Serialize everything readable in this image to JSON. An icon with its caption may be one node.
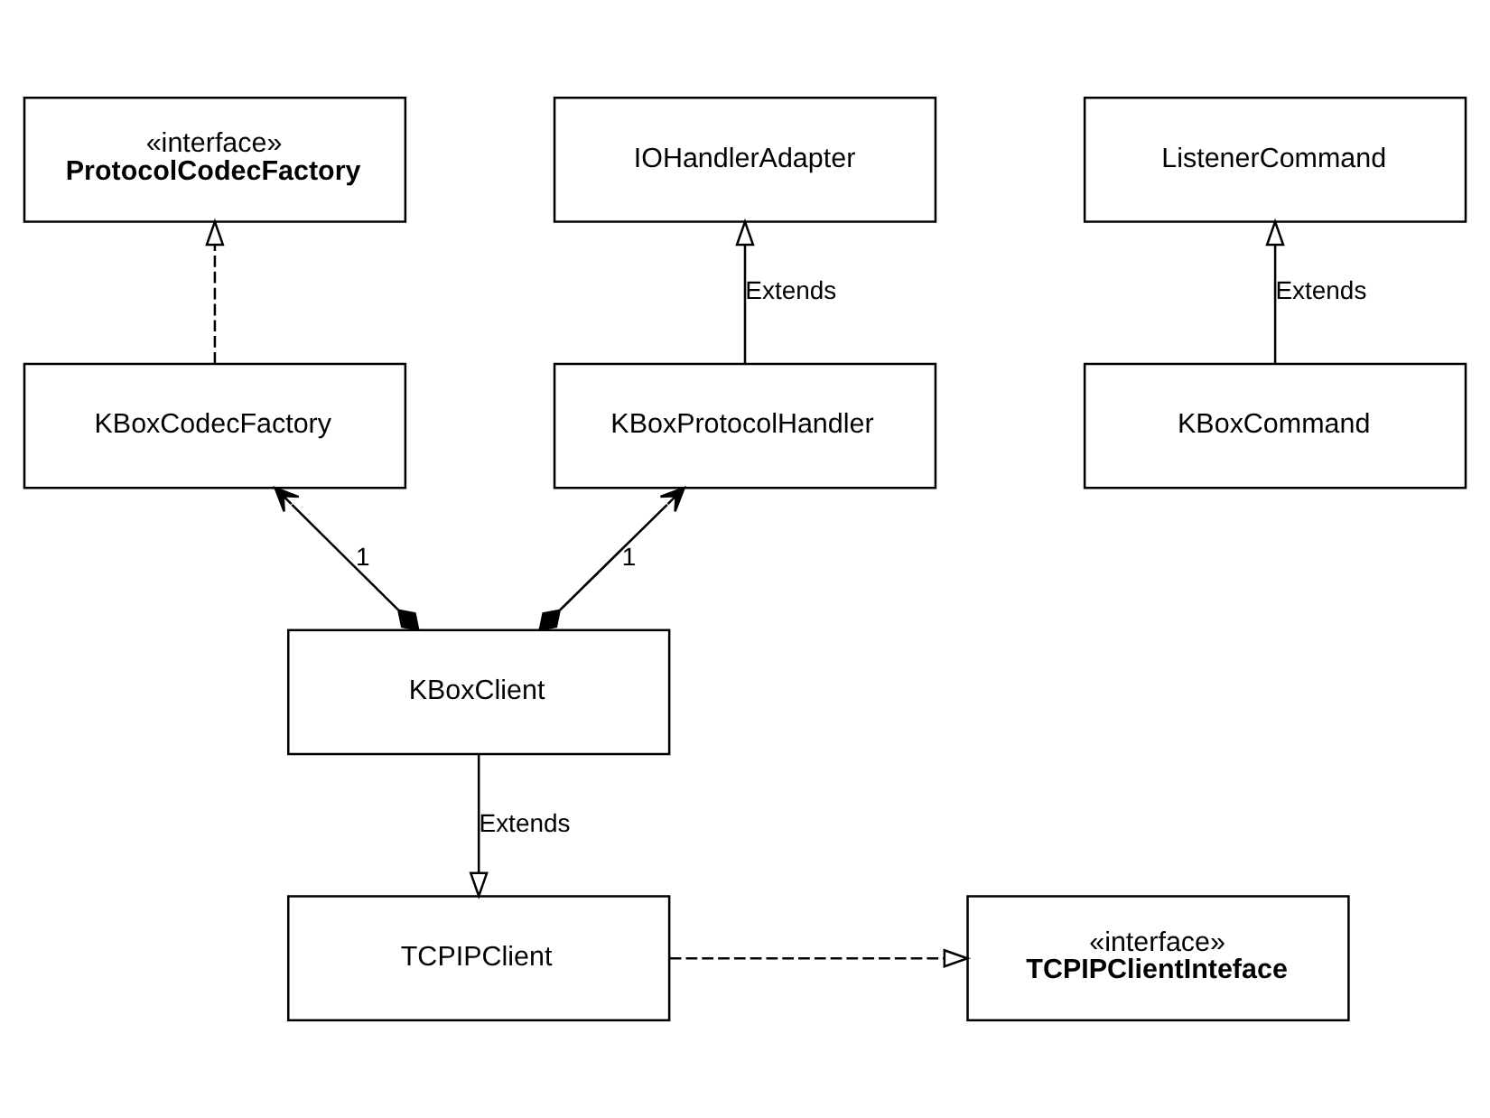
{
  "diagram": {
    "nodes": [
      {
        "text": [
          "«interface»",
          "ProtocolCodecFactory"
        ]
      },
      {
        "text": [
          "ListenerCommand"
        ]
      },
      {
        "text": [
          "IOHandlerAdapter"
        ]
      },
      {
        "text": [
          "KBoxCodecFactory"
        ]
      },
      {
        "text": [
          "KBoxCommand"
        ]
      },
      {
        "text": [
          "KBoxProtocolHandler"
        ]
      },
      {
        "text": [
          "KBoxClient"
        ]
      },
      {
        "text": [
          "«interface»",
          "TCPIPClientInteface"
        ]
      },
      {
        "text": [
          "TCPIPClient"
        ]
      }
    ],
    "edges": [
      {
        "from": 3,
        "to": 0,
        "arrow": "to",
        "style": "dashed"
      },
      {
        "from": 4,
        "to": 1,
        "arrow": "to",
        "label": "Extends"
      },
      {
        "from": 5,
        "to": 2,
        "arrow": "to",
        "label": "Extends"
      },
      {
        "from": 6,
        "to": 3,
        "arrow": "to",
        "label": "1"
      },
      {
        "from": 6,
        "to": 5,
        "arrow": "to",
        "label": "1"
      },
      {
        "from": 6,
        "to": 8,
        "arrow": "to",
        "label": "Extends"
      },
      {
        "from": 8,
        "to": 7,
        "arrow": "to",
        "style": "dashed"
      }
    ]
  }
}
